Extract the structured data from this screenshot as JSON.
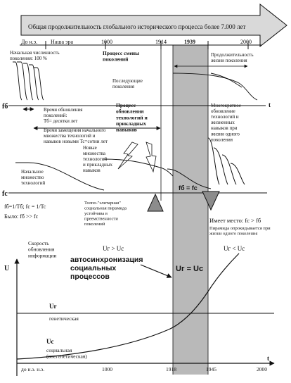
{
  "banner": "Общая продолжительность глобального исторического процесса более 7.000 лет",
  "top_axis": {
    "do_ne": "До н.э.",
    "nasha_era": "Наша эра",
    "y1000": "1000",
    "y1914": "1914",
    "y1939": "1939",
    "y2000": "2000"
  },
  "top_panel": {
    "nachalnaya": "Начальная численность\nпоколения: 100 %",
    "process_smeny": "Процесс смены\nпоколений",
    "prodolzhitelnost": "Продолжительность\nжизни поколения",
    "posleduyushchie": "Последующие\nпоколения",
    "f_b": "fб",
    "t": "t",
    "vremya_obnovleniya": "Время обновления\nпоколений:\nTб= десятки лет",
    "process_obnovleniya": "Процесс\nобновления\nтехнологий и\nприкладных\nнавыков",
    "vremya_zameshcheniya": "Время замещения начального\nмножества технологий и\nнавыков новыми Tc=сотни лет",
    "mnogokratnoe": "Многократное\nобновление\nтехнологий и\nжизненных\nнавыков при\nжизни одного\nпоколения",
    "novye_mnozhestva": "Новые\nмножества\nтехнологий\nи прикладных\nнавыков",
    "nachalnoe_mnozhestvo": "Начальное\nмножество\nтехнологий",
    "f_c": "fc",
    "fb_eq_fc": "fб = fc",
    "formula_line": "fб=1/Tб; fc = 1/Tc",
    "bylo": "Было: fб >> fc",
    "tolpo": "Толпо-\"элитарная\"\nсоциальная пирамида\nустойчива в\nпреемственности\nпоколений",
    "imeet_mesto": "Имеет место: fc > fб",
    "piramida": "Пирамида опрокидывается при\nжизни одного поколения"
  },
  "bottom_panel": {
    "skorost": "Скорость\nобновления\nинформации",
    "ur_gt_uc": "Uг > Uc",
    "ur_lt_uc": "Uг < Uc",
    "ur_eq_uc": "Uг = Uc",
    "avtosinkh": "автосинхронизация\nсоциальных\nпроцессов",
    "u_label": "U",
    "ur_label": "Ur",
    "geneticheskaya": "генетическая",
    "uc_label": "Uc",
    "socialnaya": "социальная\n(внегенетическая)",
    "t": "t"
  },
  "bottom_axis": {
    "do_ne": "до н.э. н.э.",
    "y1000": "1000",
    "y1918": "1918",
    "y1945": "1945",
    "y2000": "2000"
  },
  "colors": {
    "shade": "#b9b9b9",
    "ink": "#111111",
    "banner_fill": "#d9d9d9"
  }
}
